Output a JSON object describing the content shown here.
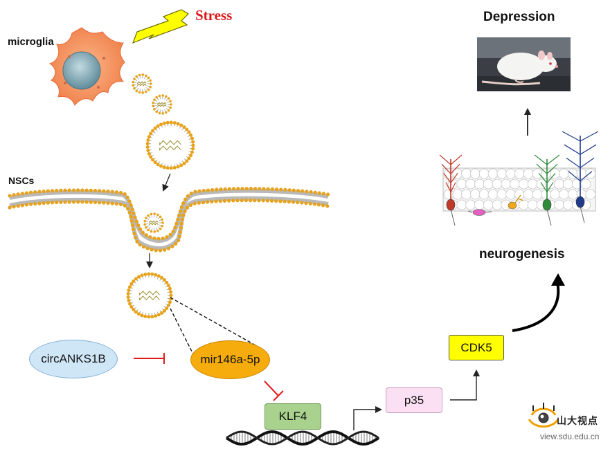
{
  "labels": {
    "stress": "Stress",
    "microglia": "microglia",
    "nscs": "NSCs",
    "depression": "Depression",
    "neurogenesis": "neurogenesis"
  },
  "nodes": {
    "circanks1b": "circANKS1B",
    "mir146a": "mir146a-5p",
    "klf4": "KLF4",
    "p35": "p35",
    "cdk5": "CDK5"
  },
  "watermark": {
    "brand": "山大视点",
    "url": "view.sdu.edu.cn"
  },
  "colors": {
    "stress_text": "#d8191c",
    "bolt": "#ffff00",
    "microglia_body": "#f5905a",
    "nucleus": "#8fb4c2",
    "membrane_bead": "#e7a21a",
    "circanks1b_fill": "#cfe6f7",
    "mir146a_fill": "#f6ac0c",
    "klf4_fill": "#a9d28f",
    "p35_fill": "#fbe0f4",
    "cdk5_fill": "#ffff00",
    "inhibit": "#e21b1b"
  }
}
